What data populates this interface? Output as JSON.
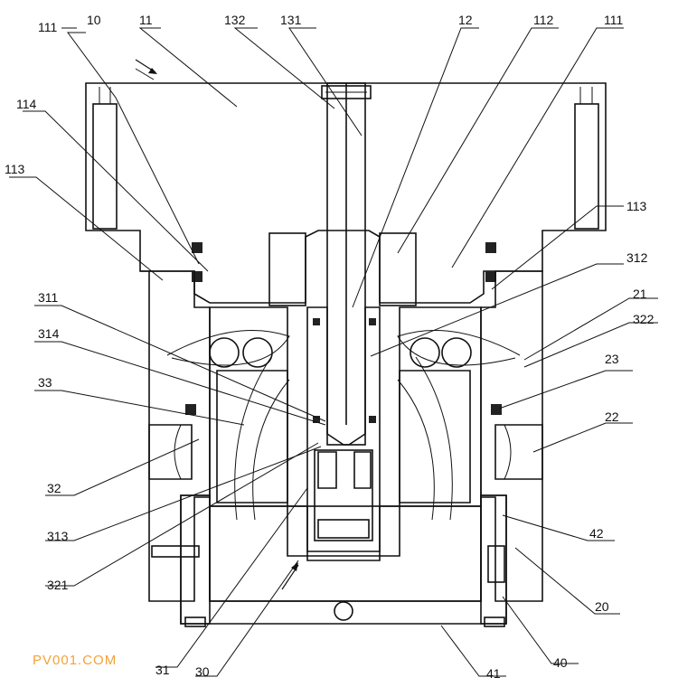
{
  "diagram": {
    "labels": [
      {
        "id": "10",
        "text": "10"
      },
      {
        "id": "11",
        "text": "11"
      },
      {
        "id": "111a",
        "text": "111"
      },
      {
        "id": "111b",
        "text": "111"
      },
      {
        "id": "114",
        "text": "114"
      },
      {
        "id": "113a",
        "text": "113"
      },
      {
        "id": "113b",
        "text": "113"
      },
      {
        "id": "132",
        "text": "132"
      },
      {
        "id": "131",
        "text": "131"
      },
      {
        "id": "12",
        "text": "12"
      },
      {
        "id": "112",
        "text": "112"
      },
      {
        "id": "312",
        "text": "312"
      },
      {
        "id": "311",
        "text": "311"
      },
      {
        "id": "21",
        "text": "21"
      },
      {
        "id": "322",
        "text": "322"
      },
      {
        "id": "314",
        "text": "314"
      },
      {
        "id": "23",
        "text": "23"
      },
      {
        "id": "33",
        "text": "33"
      },
      {
        "id": "22",
        "text": "22"
      },
      {
        "id": "32",
        "text": "32"
      },
      {
        "id": "313",
        "text": "313"
      },
      {
        "id": "42",
        "text": "42"
      },
      {
        "id": "321",
        "text": "321"
      },
      {
        "id": "20",
        "text": "20"
      },
      {
        "id": "40",
        "text": "40"
      },
      {
        "id": "31",
        "text": "31"
      },
      {
        "id": "30",
        "text": "30"
      },
      {
        "id": "41",
        "text": "41"
      }
    ]
  },
  "watermark": "PV001.COM"
}
